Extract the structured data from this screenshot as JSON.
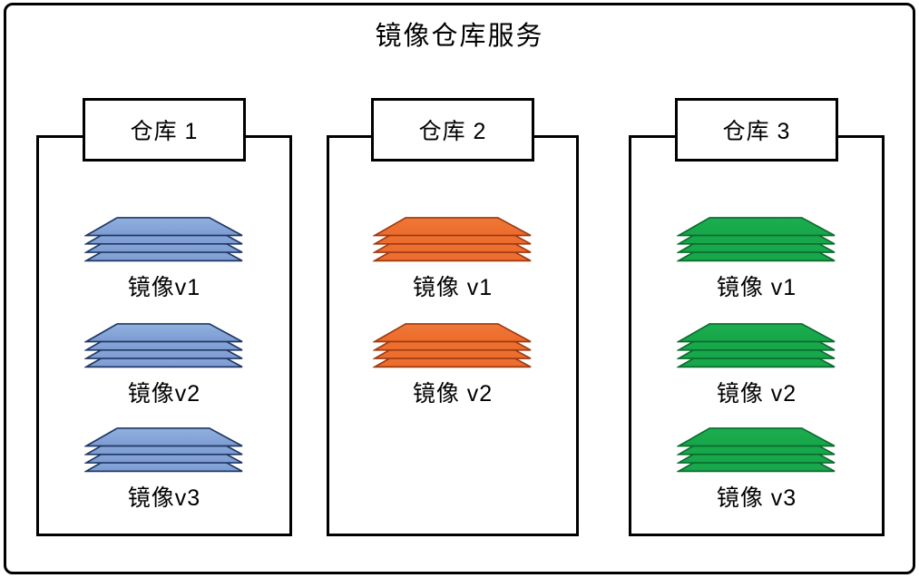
{
  "title": "镜像仓库服务",
  "frame_color": "#000000",
  "background_color": "#ffffff",
  "repos": [
    {
      "name": "仓库 1",
      "layer_fill": "#7D9BD2",
      "layer_fill_light": "#91B1DF",
      "layer_stroke": "#1F3864",
      "images": [
        {
          "label": "镜像v1"
        },
        {
          "label": "镜像v2"
        },
        {
          "label": "镜像v3"
        }
      ]
    },
    {
      "name": "仓库 2",
      "layer_fill": "#EC6B2D",
      "layer_fill_light": "#EE7837",
      "layer_stroke": "#9E3A10",
      "images": [
        {
          "label": "镜像 v1"
        },
        {
          "label": "镜像 v2"
        }
      ]
    },
    {
      "name": "仓库 3",
      "layer_fill": "#17A54A",
      "layer_fill_light": "#1BAE4F",
      "layer_stroke": "#0B6B2E",
      "images": [
        {
          "label": "镜像 v1"
        },
        {
          "label": "镜像 v2"
        },
        {
          "label": "镜像 v3"
        }
      ]
    }
  ]
}
